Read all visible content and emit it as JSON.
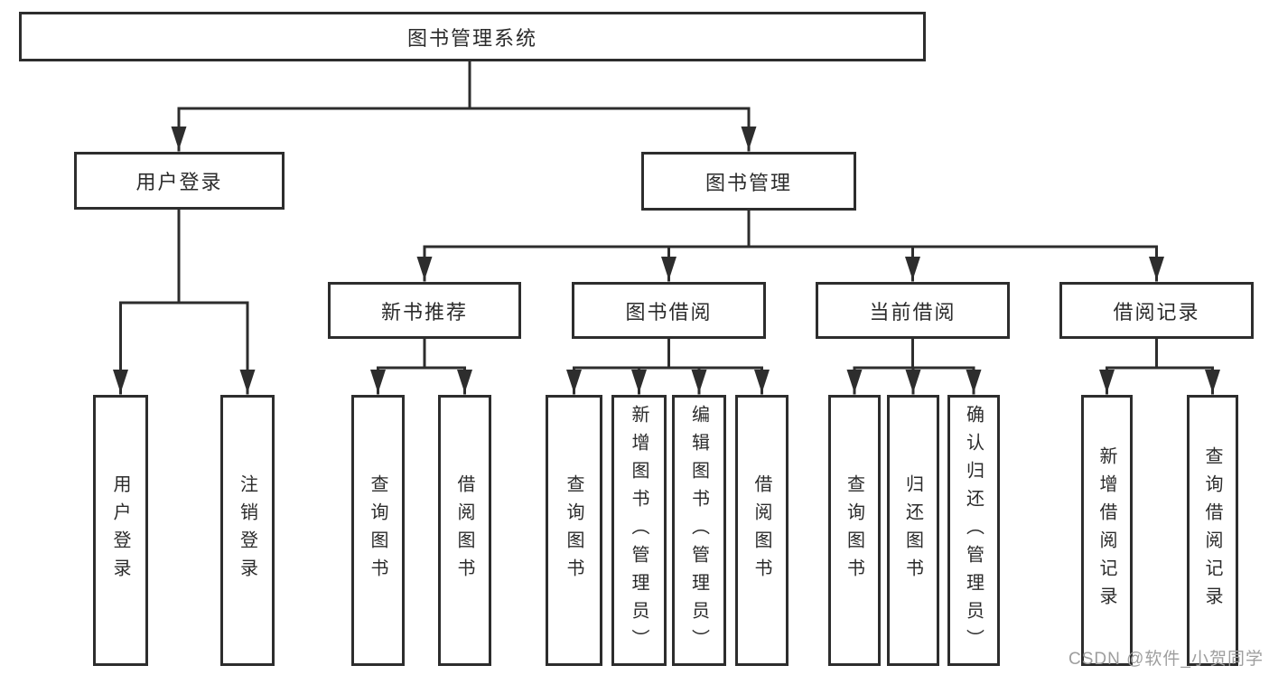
{
  "diagram": {
    "root": {
      "label": "图书管理系统"
    },
    "branches": [
      {
        "label": "用户登录",
        "children": [
          {
            "label": "用户登录"
          },
          {
            "label": "注销登录"
          }
        ]
      },
      {
        "label": "图书管理",
        "children": [
          {
            "label": "新书推荐",
            "children": [
              {
                "label": "查询图书"
              },
              {
                "label": "借阅图书"
              }
            ]
          },
          {
            "label": "图书借阅",
            "children": [
              {
                "label": "查询图书"
              },
              {
                "label": "新增图书（管理员）"
              },
              {
                "label": "编辑图书（管理员）"
              },
              {
                "label": "借阅图书"
              }
            ]
          },
          {
            "label": "当前借阅",
            "children": [
              {
                "label": "查询图书"
              },
              {
                "label": "归还图书"
              },
              {
                "label": "确认归还（管理员）"
              }
            ]
          },
          {
            "label": "借阅记录",
            "children": [
              {
                "label": "新增借阅记录"
              },
              {
                "label": "查询借阅记录"
              }
            ]
          }
        ]
      }
    ]
  },
  "watermark": {
    "text": "CSDN @软件_小贺同学"
  },
  "colors": {
    "line": "#2d2d2d",
    "text": "#2b2b2b",
    "box_background": "#ffffff",
    "watermark": "#9e9e9e"
  }
}
